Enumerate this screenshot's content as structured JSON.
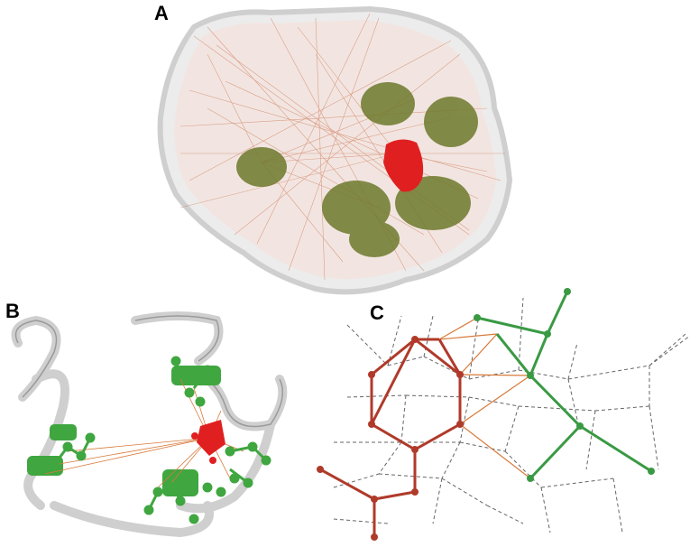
{
  "labels": {
    "a": "A",
    "b": "B",
    "c": "C"
  },
  "colors": {
    "edge": "#c8643c",
    "green_cluster": "#6e7a2c",
    "red_core": "#e02020",
    "surface": "#d8d8d8",
    "ribbon": "#e6e6e6",
    "network_red": "#b03a2a",
    "network_green": "#3a9a44",
    "network_orange": "#d87a3a",
    "network_dashed": "#666666"
  },
  "icons": [
    "molecular-surface-image",
    "protein-ribbon-image",
    "residue-network-graph"
  ]
}
